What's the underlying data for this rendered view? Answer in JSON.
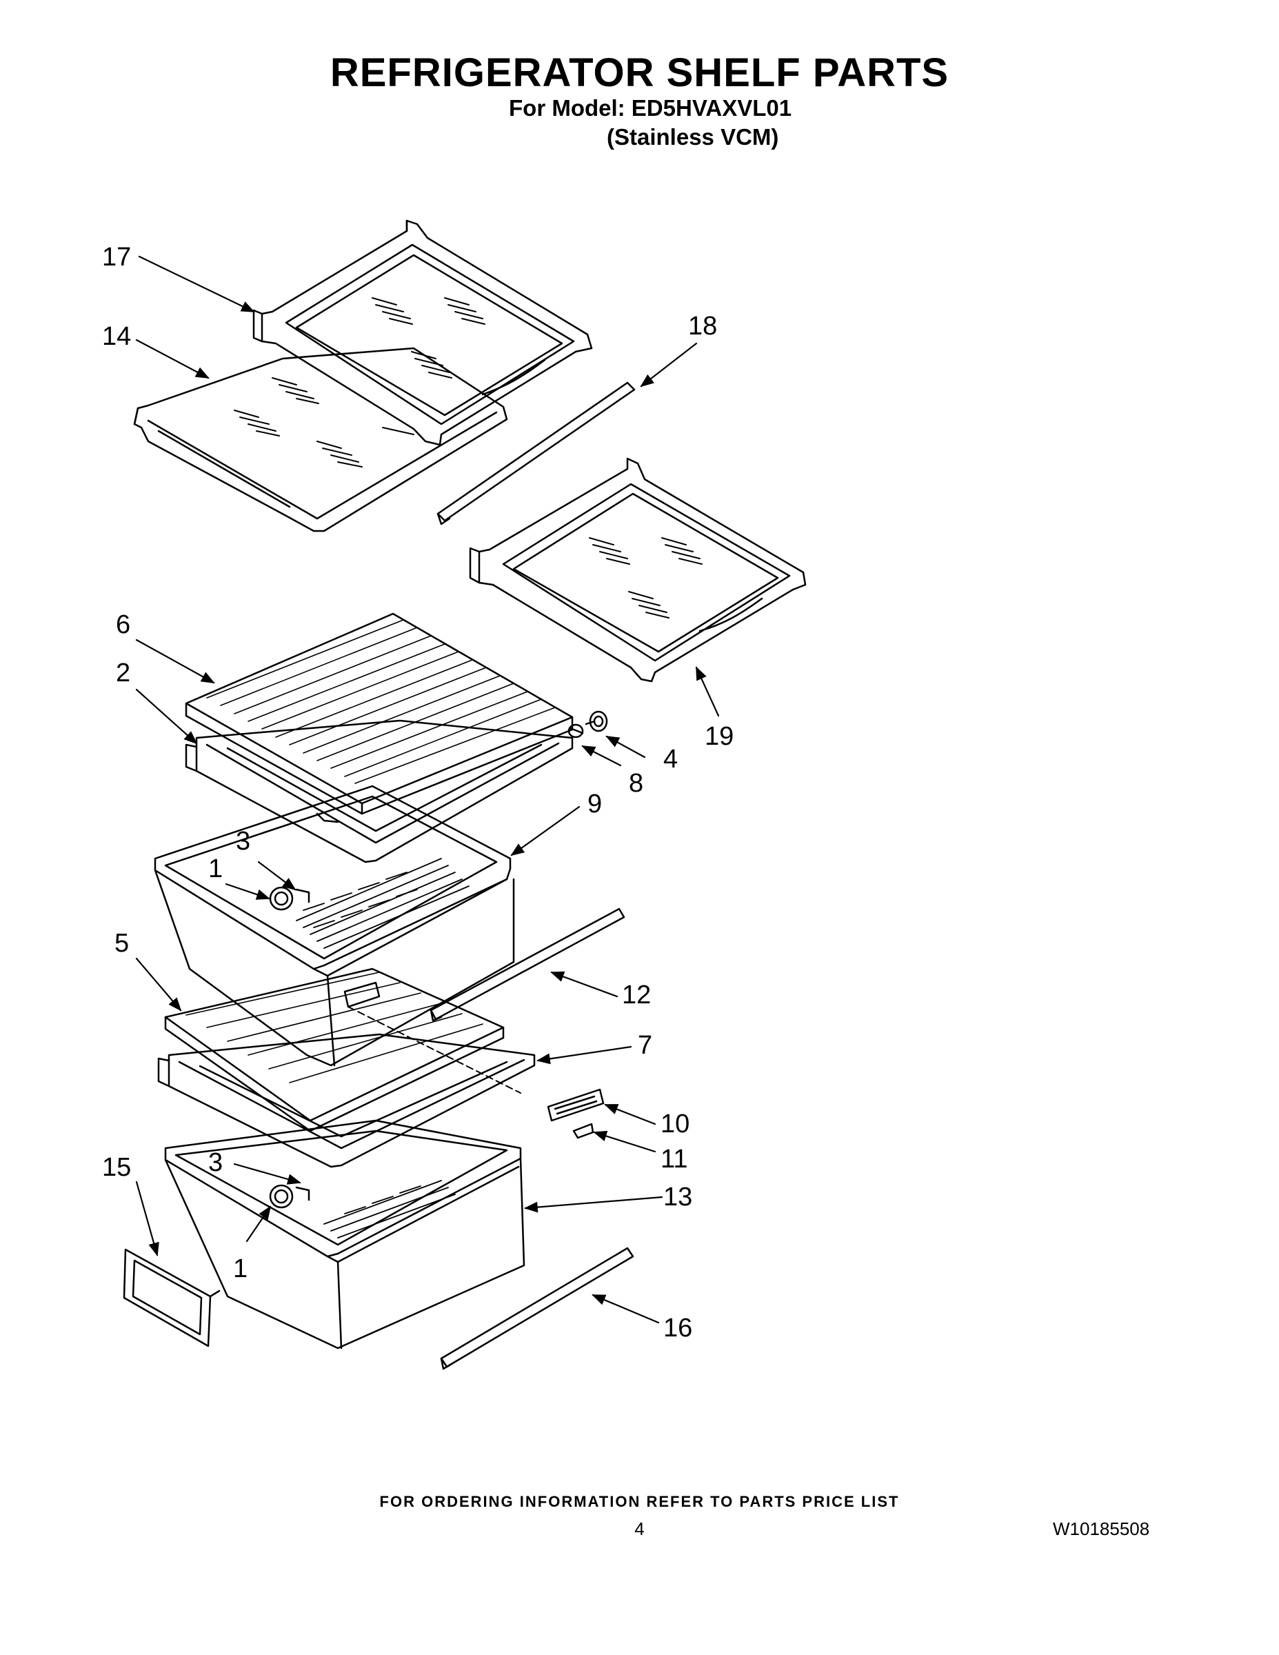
{
  "header": {
    "title": "REFRIGERATOR SHELF PARTS",
    "model_line": "For Model: ED5HVAXVL01",
    "finish_line": "(Stainless VCM)"
  },
  "callouts": {
    "c17": "17",
    "c14": "14",
    "c18": "18",
    "c19": "19",
    "c6": "6",
    "c2": "2",
    "c4": "4",
    "c8": "8",
    "c9": "9",
    "c3a": "3",
    "c1a": "1",
    "c5": "5",
    "c12": "12",
    "c7": "7",
    "c10": "10",
    "c11": "11",
    "c15": "15",
    "c3b": "3",
    "c13": "13",
    "c1b": "1",
    "c16": "16"
  },
  "footer": {
    "ordering_note": "FOR ORDERING INFORMATION REFER TO PARTS PRICE LIST",
    "page_number": "4",
    "document_number": "W10185508"
  }
}
